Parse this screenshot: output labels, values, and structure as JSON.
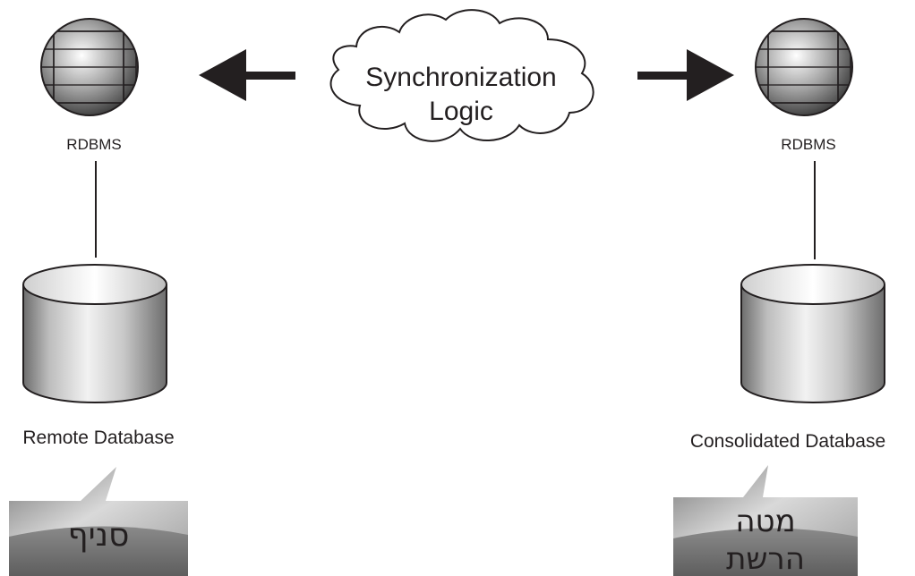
{
  "sync": {
    "line1": "Synchronization",
    "line2": "Logic"
  },
  "left": {
    "server_label": "RDBMS",
    "db_label": "Remote Database",
    "callout": "סניף"
  },
  "right": {
    "server_label": "RDBMS",
    "db_label": "Consolidated Database",
    "callout_line1": "מטה",
    "callout_line2": "הרשת"
  },
  "colors": {
    "stroke": "#231f20",
    "arrow": "#231f20",
    "sphere_light": "#ffffff",
    "sphere_dark": "#3c3c3c",
    "cylinder_mid": "#f2f2f2",
    "cylinder_dark": "#6d6d6d",
    "callout_top": "#d9d9d9",
    "callout_bottom": "#6a6a6a"
  }
}
